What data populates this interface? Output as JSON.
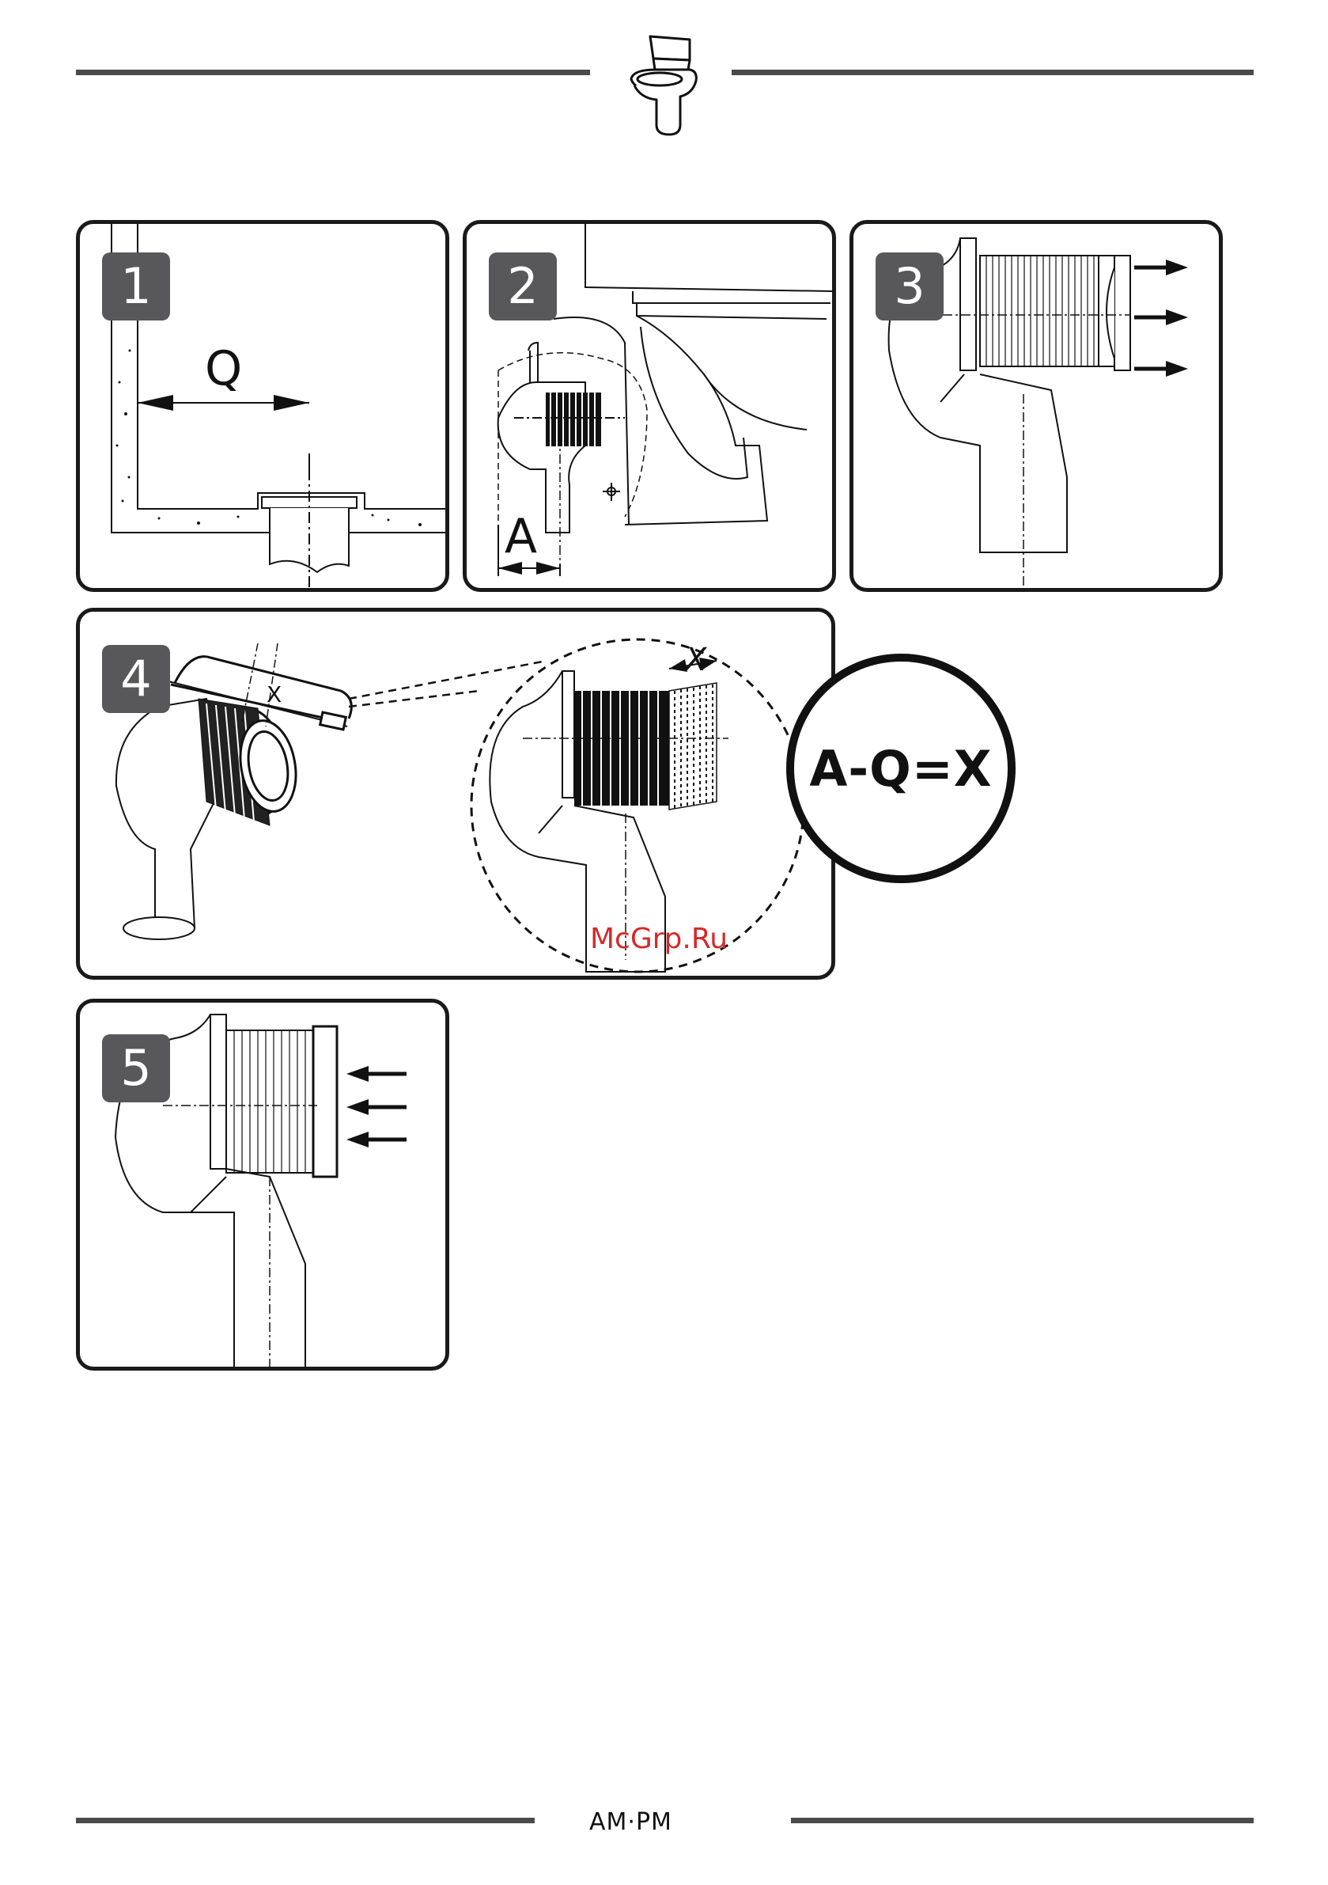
{
  "panels": [
    {
      "number": "1",
      "dimension_label": "Q"
    },
    {
      "number": "2",
      "dimension_label": "A"
    },
    {
      "number": "3"
    },
    {
      "number": "4",
      "saw_label": "X",
      "detail_label": "X"
    },
    {
      "number": "5"
    }
  ],
  "formula": "A-Q=X",
  "watermark": "McGrp.Ru",
  "footer": {
    "brand": "AM·PM"
  },
  "icons": [
    "toilet-icon",
    "hacksaw-icon",
    "arrow-right-icon",
    "arrow-left-icon"
  ]
}
